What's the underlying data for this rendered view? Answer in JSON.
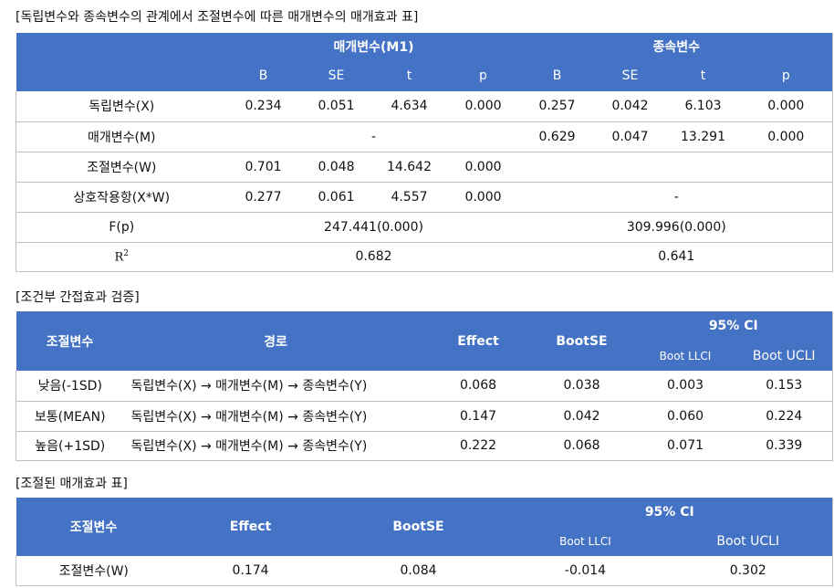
{
  "table1": {
    "caption": "[독립변수와 종속변수의 관계에서 조절변수에 따른 매개변수의 매개효과 표]",
    "group_mediator": "매개변수(M1)",
    "group_dependent": "종속변수",
    "cols": [
      "B",
      "SE",
      "t",
      "p",
      "B",
      "SE",
      "t",
      "p"
    ],
    "rows": [
      {
        "label": "독립변수(X)",
        "cells": [
          "0.234",
          "0.051",
          "4.634",
          "0.000",
          "0.257",
          "0.042",
          "6.103",
          "0.000"
        ]
      },
      {
        "label": "매개변수(M)",
        "left_merged": "-",
        "right": [
          "0.629",
          "0.047",
          "13.291",
          "0.000"
        ]
      },
      {
        "label": "조절변수(W)",
        "left": [
          "0.701",
          "0.048",
          "14.642",
          "0.000"
        ]
      },
      {
        "label": "상호작용항(X*W)",
        "left": [
          "0.277",
          "0.061",
          "4.557",
          "0.000"
        ],
        "right_merged": "-"
      },
      {
        "label": "F(p)",
        "left_merged": "247.441(0.000)",
        "right_merged": "309.996(0.000)"
      },
      {
        "label_base": "R",
        "label_sup": "2",
        "left_merged": "0.682",
        "right_merged": "0.641"
      }
    ]
  },
  "table2": {
    "caption": "[조건부 간접효과 검증]",
    "headers": {
      "moderator": "조절변수",
      "path": "경로",
      "effect": "Effect",
      "bootse": "BootSE",
      "ci": "95% CI",
      "llci": "Boot LLCI",
      "ulci": "Boot UCLI"
    },
    "rows": [
      {
        "level": "낮음(-1SD)",
        "path": "독립변수(X) → 매개변수(M) → 종속변수(Y)",
        "effect": "0.068",
        "bootse": "0.038",
        "llci": "0.003",
        "ulci": "0.153"
      },
      {
        "level": "보통(MEAN)",
        "path": "독립변수(X) → 매개변수(M) → 종속변수(Y)",
        "effect": "0.147",
        "bootse": "0.042",
        "llci": "0.060",
        "ulci": "0.224"
      },
      {
        "level": "높음(+1SD)",
        "path": "독립변수(X) → 매개변수(M) → 종속변수(Y)",
        "effect": "0.222",
        "bootse": "0.068",
        "llci": "0.071",
        "ulci": "0.339"
      }
    ]
  },
  "table3": {
    "caption": "[조절된 매개효과 표]",
    "headers": {
      "moderator": "조절변수",
      "effect": "Effect",
      "bootse": "BootSE",
      "ci": "95% CI",
      "llci": "Boot LLCI",
      "ulci": "Boot UCLI"
    },
    "rows": [
      {
        "label": "조절변수(W)",
        "effect": "0.174",
        "bootse": "0.084",
        "llci": "-0.014",
        "ulci": "0.302"
      }
    ]
  },
  "colors": {
    "header_bg": "#4472c4",
    "header_text": "#ffffff",
    "border": "#bfbfbf"
  }
}
